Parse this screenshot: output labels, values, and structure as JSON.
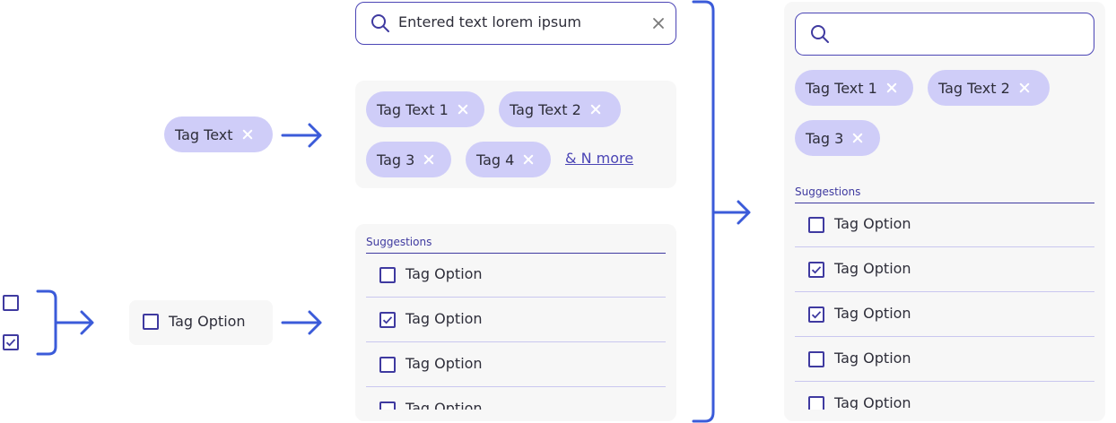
{
  "single_tag": {
    "label": "Tag Text"
  },
  "single_option": {
    "label": "Tag Option"
  },
  "middle": {
    "search_value": "Entered text lorem ipsum",
    "tags": [
      "Tag Text 1",
      "Tag Text 2",
      "Tag 3",
      "Tag 4"
    ],
    "more_link": "& N more",
    "suggestions_label": "Suggestions",
    "options": [
      {
        "label": "Tag Option",
        "checked": false
      },
      {
        "label": "Tag Option",
        "checked": true
      },
      {
        "label": "Tag Option",
        "checked": false
      },
      {
        "label": "Tag Option",
        "checked": false
      }
    ]
  },
  "right": {
    "search_value": "",
    "tags": [
      "Tag Text 1",
      "Tag Text 2",
      "Tag 3"
    ],
    "suggestions_label": "Suggestions",
    "options": [
      {
        "label": "Tag Option",
        "checked": false
      },
      {
        "label": "Tag Option",
        "checked": true
      },
      {
        "label": "Tag Option",
        "checked": true
      },
      {
        "label": "Tag Option",
        "checked": false
      },
      {
        "label": "Tag Option",
        "checked": false
      }
    ]
  },
  "colors": {
    "accent": "#4b45b5",
    "arrow": "#3b5bd9",
    "tag_bg": "#cfcdf8",
    "panel_bg": "#f7f7f7"
  }
}
